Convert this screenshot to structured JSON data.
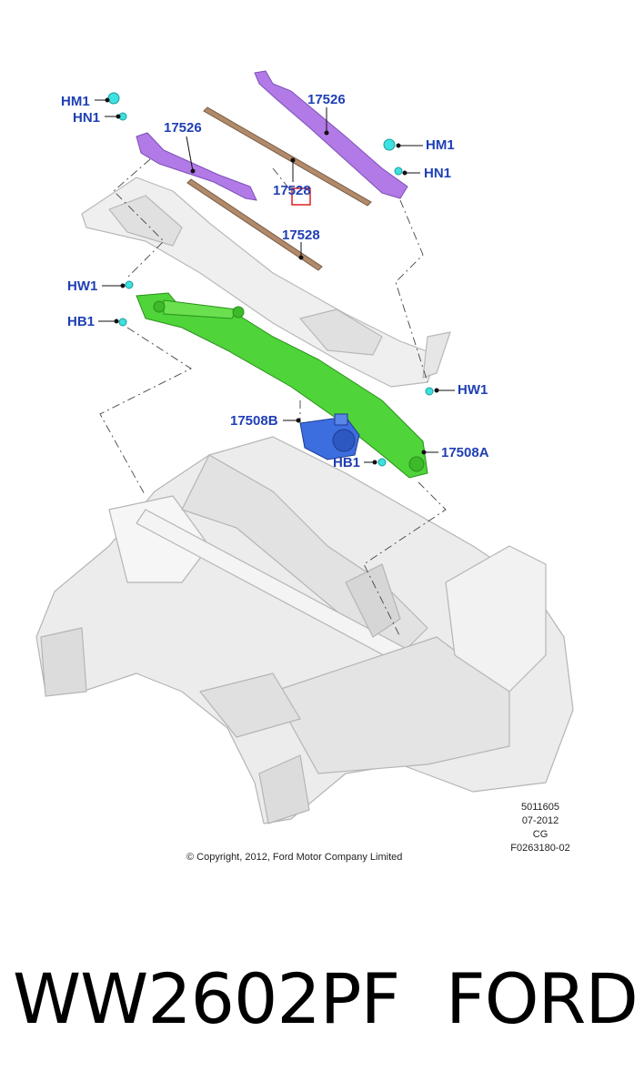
{
  "callouts": {
    "hm1_left": "HM1",
    "hn1_left": "HN1",
    "arm_left": "17526",
    "arm_right": "17526",
    "hm1_right": "HM1",
    "hn1_right": "HN1",
    "blade_upper": "17528",
    "blade_lower": "17528",
    "hw1_left": "HW1",
    "hb1_left": "HB1",
    "hw1_right": "HW1",
    "motor": "17508B",
    "hb1_motor": "HB1",
    "linkage": "17508A"
  },
  "meta_block": {
    "line1": "5011605",
    "line2": "07-2012",
    "line3": "CG",
    "line4": "F0263180-02"
  },
  "copyright": "© Copyright, 2012, Ford Motor Company Limited",
  "caption": {
    "part_number": "WW2602PF",
    "brand": "FORD"
  },
  "colors": {
    "callout_text": "#1f3fb4",
    "wiper_arm": "#b27ae6",
    "wiper_blade": "#b08a6a",
    "linkage": "#4fd43a",
    "motor": "#3d6ee0",
    "fastener": "#3fe0e0",
    "body_structure": "#e9e9e9"
  }
}
